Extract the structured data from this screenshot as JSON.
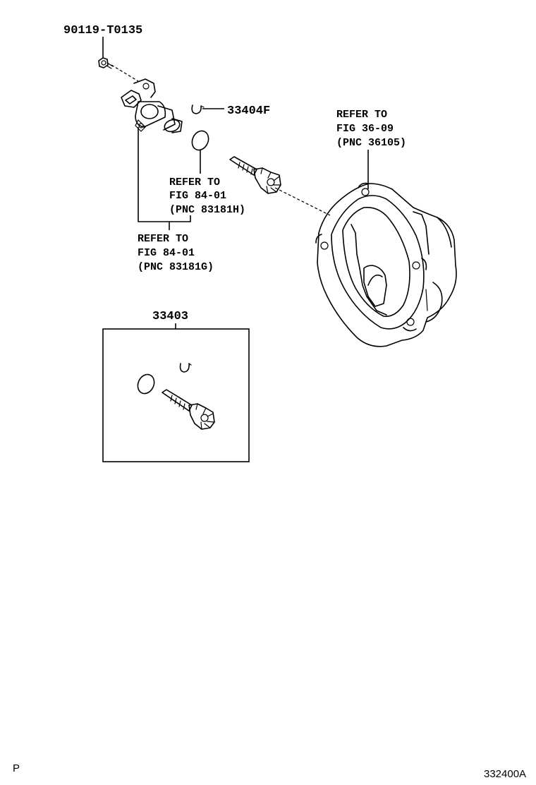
{
  "labels": {
    "bolt": "90119-T0135",
    "clip": "33404F",
    "kit": "33403",
    "refer_housing": [
      "REFER TO",
      "FIG 36-09",
      "(PNC 36105)"
    ],
    "refer_oring": [
      "REFER TO",
      "FIG 84-01",
      "(PNC 83181H)"
    ],
    "refer_sensor": [
      "REFER TO",
      "FIG 84-01",
      "(PNC 83181G)"
    ]
  },
  "footer": {
    "left": "P",
    "right": "332400A"
  }
}
